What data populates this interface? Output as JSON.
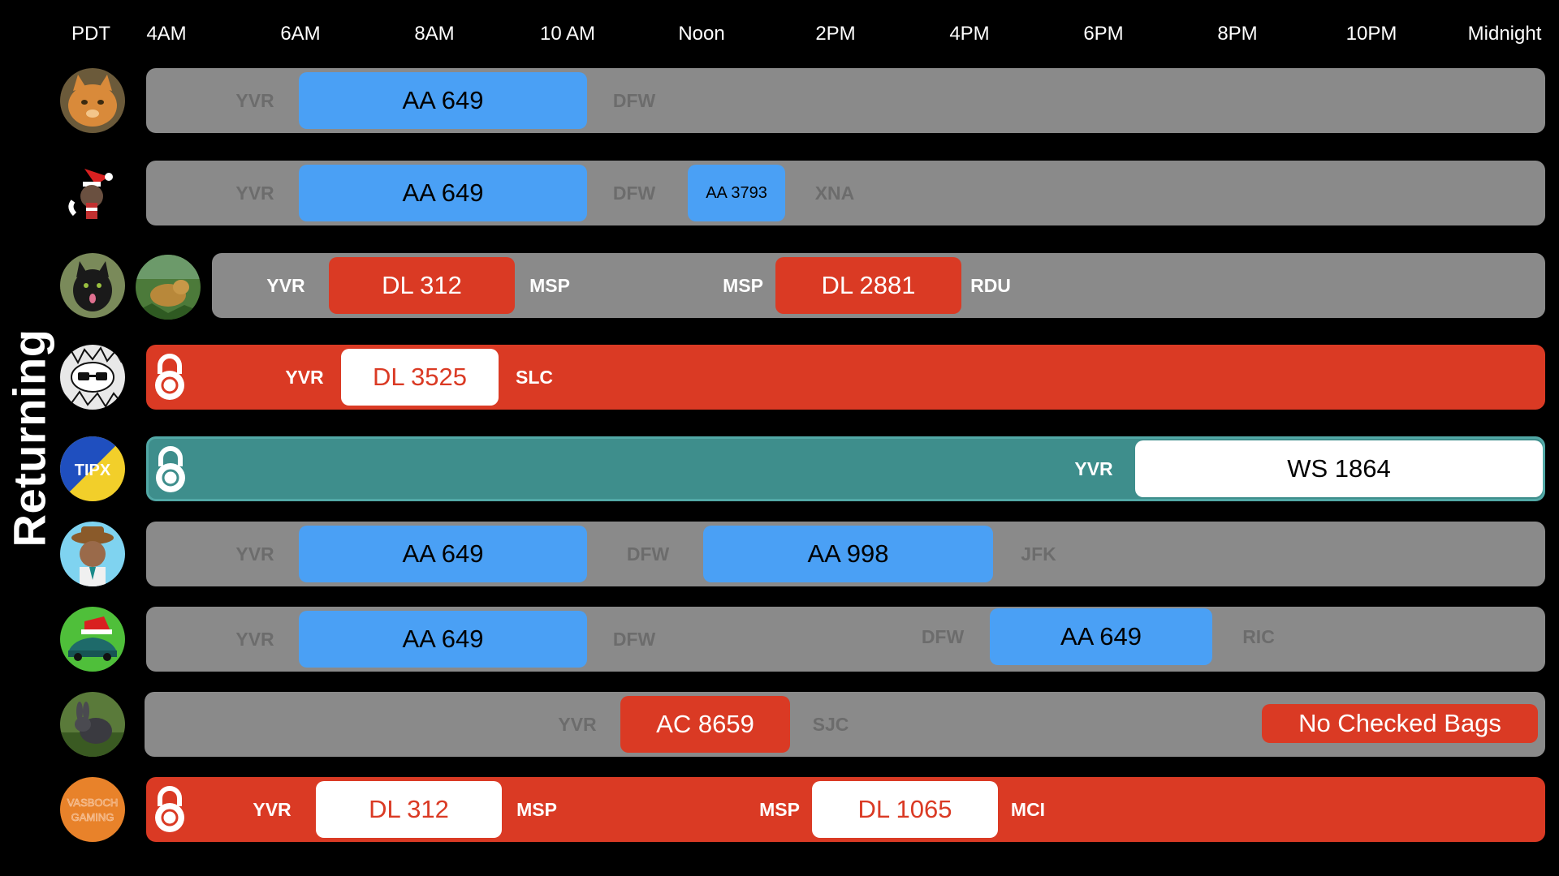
{
  "side_label": "Returning",
  "timezone": "PDT",
  "ticks": [
    "4AM",
    "6AM",
    "8AM",
    "10 AM",
    "Noon",
    "2PM",
    "4PM",
    "6PM",
    "8PM",
    "10PM",
    "Midnight"
  ],
  "colors": {
    "american": "#4aa0f5",
    "delta": "#da3a24",
    "westjet_teal": "#3e8e8c",
    "track_gray": "#8a8a8a",
    "faded_code": "#6c6c6c"
  },
  "rows": [
    {
      "avatar": "orange-cat-avatar",
      "codes": [
        "YVR",
        "DFW"
      ],
      "flights": [
        "AA 649"
      ]
    },
    {
      "avatar": "santa-fox-avatar",
      "codes": [
        "YVR",
        "DFW",
        "XNA"
      ],
      "flights": [
        "AA 649",
        "AA 3793"
      ]
    },
    {
      "avatar": "black-cat-avatar",
      "avatar2": "dog-in-grass-avatar",
      "codes": [
        "YVR",
        "MSP",
        "MSP",
        "RDU"
      ],
      "flights": [
        "DL 312",
        "DL 2881"
      ]
    },
    {
      "avatar": "sunglasses-doodle-avatar",
      "locked": true,
      "codes": [
        "YVR",
        "SLC"
      ],
      "flights": [
        "DL 3525"
      ]
    },
    {
      "avatar": "blue-yellow-logo-avatar",
      "avatar_text": "TIPX",
      "locked": true,
      "codes": [
        "YVR"
      ],
      "flights": [
        "WS 1864"
      ]
    },
    {
      "avatar": "cowboy-character-avatar",
      "codes": [
        "YVR",
        "DFW",
        "JFK"
      ],
      "flights": [
        "AA 649",
        "AA 998"
      ]
    },
    {
      "avatar": "green-car-santa-hat-avatar",
      "codes": [
        "YVR",
        "DFW",
        "DFW",
        "RIC"
      ],
      "flights": [
        "AA 649",
        "AA 649"
      ]
    },
    {
      "avatar": "rabbit-avatar",
      "codes": [
        "YVR",
        "SJC"
      ],
      "flights": [
        "AC 8659"
      ],
      "badge": "No Checked Bags"
    },
    {
      "avatar": "vasboch-gaming-avatar",
      "avatar_text": [
        "VASBOCH",
        "GAMING"
      ],
      "locked": true,
      "codes": [
        "YVR",
        "MSP",
        "MSP",
        "MCI"
      ],
      "flights": [
        "DL 312",
        "DL 1065"
      ]
    }
  ]
}
